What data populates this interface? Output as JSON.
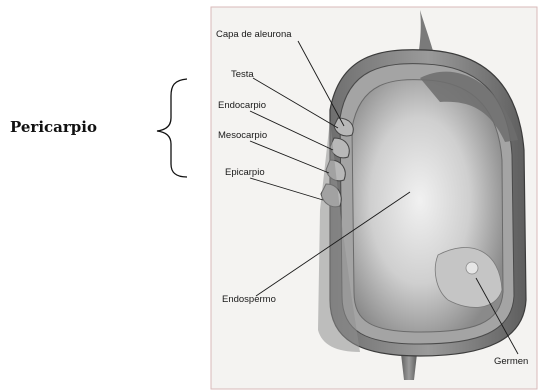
{
  "group_label": "Pericarpio",
  "labels": {
    "capa_aleurona": "Capa de aleurona",
    "testa": "Testa",
    "endocarpio": "Endocarpio",
    "mesocarpio": "Mesocarpio",
    "epicarpio": "Epicarpio",
    "endospermo": "Endospermo",
    "germen": "Germen"
  }
}
